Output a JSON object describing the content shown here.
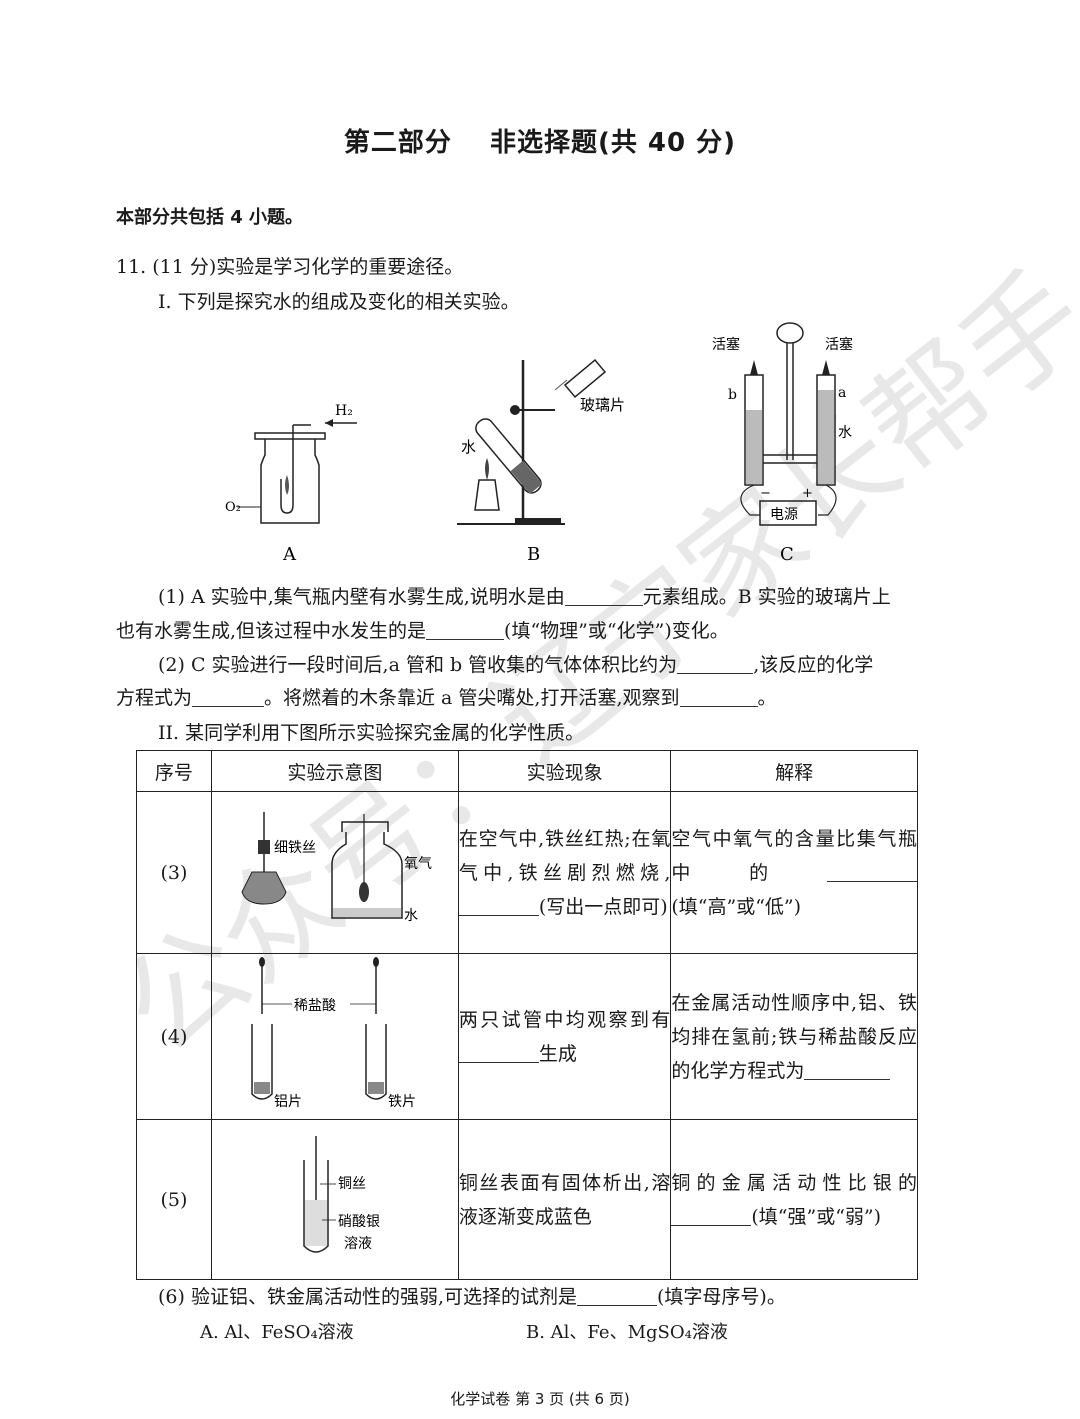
{
  "header": {
    "part": "第二部分",
    "title": "非选择题(共 40 分)"
  },
  "intro": "本部分共包括 4 小题。",
  "q11": {
    "stem": "11. (11 分)实验是学习化学的重要途径。",
    "partI": "I. 下列是探究水的组成及变化的相关实验。",
    "figures": {
      "A": {
        "label": "A",
        "gas_in": "H₂",
        "gas_bottle": "O₂"
      },
      "B": {
        "label": "B",
        "water": "水",
        "glass": "玻璃片"
      },
      "C": {
        "label": "C",
        "stopcock_left": "活塞",
        "stopcock_right": "活塞",
        "tube_b": "b",
        "tube_a": "a",
        "water": "水",
        "power": "电源",
        "minus": "−",
        "plus": "+"
      }
    },
    "q1_line1": "(1) A 实验中,集气瓶内壁有水雾生成,说明水是由",
    "q1_line1b": "元素组成。B 实验的玻璃片上",
    "q1_line2": "也有水雾生成,但该过程中水发生的是",
    "q1_line2b": "(填“物理”或“化学”)变化。",
    "q2_line1": "(2) C 实验进行一段时间后,a 管和 b 管收集的气体体积比约为",
    "q2_line1b": ",该反应的化学",
    "q2_line2a": "方程式为",
    "q2_line2b": "。将燃着的木条靠近 a 管尖嘴处,打开活塞,观察到",
    "q2_line2c": "。",
    "partII": "II. 某同学利用下图所示实验探究金属的化学性质。",
    "table": {
      "headers": [
        "序号",
        "实验示意图",
        "实验现象",
        "解释"
      ],
      "rows": [
        {
          "seq": "(3)",
          "fig_labels": [
            "细铁丝",
            "氧气",
            "水"
          ],
          "phenomenon_a": "在空气中,铁丝红热;在氧气中,铁丝剧烈燃烧,",
          "phenomenon_b": "(写出一点即可)",
          "explain_a": "空气中氧气的含量比集气瓶中的",
          "explain_b": "(填“高”或“低”)"
        },
        {
          "seq": "(4)",
          "fig_labels": [
            "稀盐酸",
            "铝片",
            "铁片"
          ],
          "phenomenon_a": "两只试管中均观察到有",
          "phenomenon_b": "生成",
          "explain_a": "在金属活动性顺序中,铝、铁均排在氢前;铁与稀盐酸反应的化学方程式为",
          "explain_b": ""
        },
        {
          "seq": "(5)",
          "fig_labels": [
            "铜丝",
            "硝酸银",
            "溶液"
          ],
          "phenomenon_a": "铜丝表面有固体析出,溶液逐渐变成蓝色",
          "phenomenon_b": "",
          "explain_a": "铜的金属活动性比银的",
          "explain_b": "(填“强”或“弱”)"
        }
      ]
    },
    "q6": "(6) 验证铝、铁金属活动性的强弱,可选择的试剂是",
    "q6b": "(填字母序号)。",
    "optionA": "A. Al、FeSO₄溶液",
    "optionB": "B. Al、Fe、MgSO₄溶液"
  },
  "watermark": "公众号：辽宁家长帮手",
  "footer": "化学试卷   第 3 页  (共 6 页)"
}
